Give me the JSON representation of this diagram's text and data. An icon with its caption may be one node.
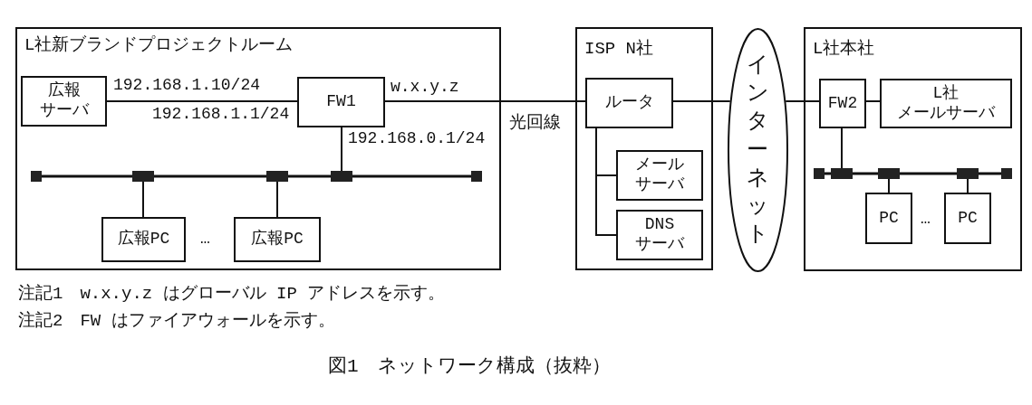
{
  "diagram": {
    "caption": "図1　ネットワーク構成（抜粋）",
    "nodes": [
      {
        "text": [
          "L社新ブランドプロジェクトルーム"
        ]
      },
      {
        "text": [
          "広報サーバ"
        ],
        "in": 0
      },
      {
        "text": [
          "FW1"
        ],
        "in": 0
      },
      {
        "text": [],
        "shape": "bar",
        "in": 0
      },
      {
        "text": [
          "広報PC"
        ],
        "in": 0
      },
      {
        "text": [
          "広報PC"
        ],
        "in": 0
      },
      {
        "text": [
          "ISP N社"
        ]
      },
      {
        "text": [
          "ルータ"
        ],
        "in": 6
      },
      {
        "text": [
          "メールサーバ"
        ],
        "in": 6
      },
      {
        "text": [
          "DNSサーバ"
        ],
        "in": 6
      },
      {
        "text": [
          "インターネット"
        ]
      },
      {
        "text": [
          "L社本社"
        ]
      },
      {
        "text": [
          "FW2"
        ],
        "in": 11
      },
      {
        "text": [
          "L社メールサーバ"
        ],
        "in": 11
      },
      {
        "text": [],
        "shape": "bar",
        "in": 11
      },
      {
        "text": [
          "PC"
        ],
        "in": 11
      },
      {
        "text": [
          "PC"
        ],
        "in": 11
      }
    ],
    "edges": [
      {
        "from": 1,
        "to": 2,
        "arrow": "none"
      },
      {
        "from": 2,
        "to": 7,
        "arrow": "none",
        "label": "光回線"
      },
      {
        "from": 7,
        "to": 10,
        "arrow": "none"
      },
      {
        "from": 10,
        "to": 12,
        "arrow": "none"
      },
      {
        "from": 12,
        "to": 13,
        "arrow": "none"
      },
      {
        "from": 7,
        "to": 8,
        "arrow": "none"
      },
      {
        "from": 7,
        "to": 9,
        "arrow": "none"
      },
      {
        "from": 2,
        "to": 3,
        "arrow": "none"
      },
      {
        "from": 3,
        "to": 4,
        "arrow": "none"
      },
      {
        "from": 3,
        "to": 5,
        "arrow": "none"
      },
      {
        "from": 12,
        "to": 14,
        "arrow": "none"
      },
      {
        "from": 14,
        "to": 15,
        "arrow": "none"
      },
      {
        "from": 14,
        "to": 16,
        "arrow": "none"
      }
    ],
    "labels": [
      "192.168.1.10/24",
      "192.168.1.1/24",
      "w.x.y.z",
      "192.168.0.1/24",
      "…",
      "…",
      "注記1　w.x.y.z はグローバル IP アドレスを示す。",
      "注記2　FW はファイアウォールを示す。"
    ]
  }
}
